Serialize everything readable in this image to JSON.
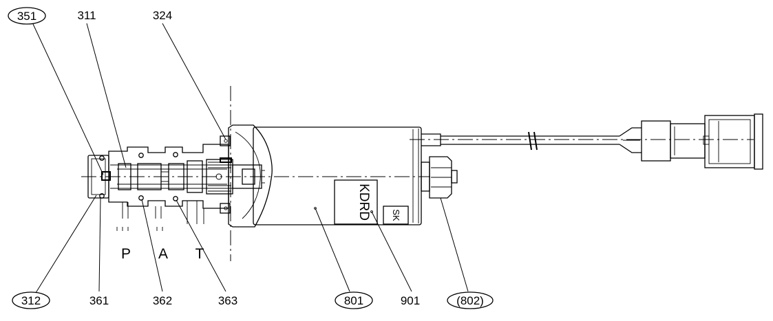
{
  "callouts": {
    "c351": "351",
    "c311": "311",
    "c324": "324",
    "c312": "312",
    "c361": "361",
    "c362": "362",
    "c363": "363",
    "c801": "801",
    "c901": "901",
    "c802": "(802)"
  },
  "ports": {
    "p": "P",
    "a": "A",
    "t": "T"
  },
  "nameplate": {
    "brand": "KDRD",
    "mark": "SK"
  }
}
